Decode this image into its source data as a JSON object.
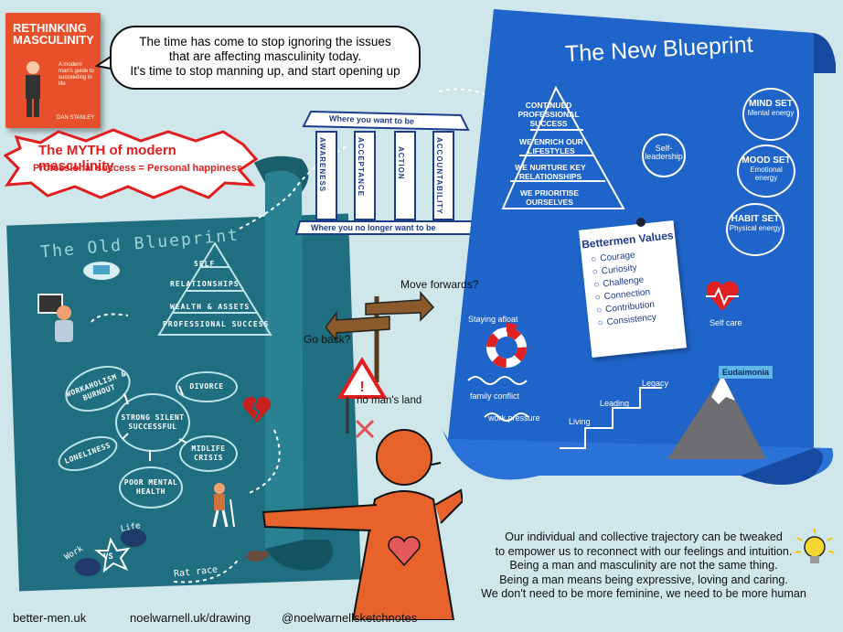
{
  "book": {
    "title": "RETHINKING MASCULINITY",
    "subtitle": "A modern man's guide to succeeding in life",
    "author": "DAN STANLEY"
  },
  "speech": {
    "line1": "The time has come to stop ignoring the issues",
    "line2": "that are affecting masculinity today.",
    "line3": "It's time to stop manning up, and start opening up"
  },
  "myth": {
    "title": "The MYTH of modern masculinity",
    "subtitle": "Professional success = Personal happiness"
  },
  "old_blueprint": {
    "title": "The Old Blueprint",
    "pyramid": [
      "SELF",
      "RELATIONSHIPS",
      "WEALTH & ASSETS",
      "PROFESSIONAL SUCCESS"
    ],
    "center": "STRONG SILENT SUCCESSFUL",
    "ovals": {
      "workaholism": "WORKAHOLISM & BURNOUT",
      "divorce": "DIVORCE",
      "loneliness": "LONELINESS",
      "midlife": "MIDLIFE CRISIS",
      "mental": "POOR MENTAL HEALTH"
    },
    "work": "Work",
    "vs": "VS",
    "life": "Life",
    "rat_race": "Rat race"
  },
  "pillars": {
    "top": "Where you want to be",
    "bottom": "Where you no longer want to be",
    "columns": [
      "AWARENESS",
      "ACCEPTANCE",
      "ACTION",
      "ACCOUNTABILITY"
    ]
  },
  "signpost": {
    "forward": "Move forwards?",
    "back": "Go back?",
    "nomans": "no man's land"
  },
  "new_blueprint": {
    "title": "The New Blueprint",
    "pyramid": [
      "CONTINUED PROFESSIONAL SUCCESS",
      "WE ENRICH OUR LIFESTYLES",
      "WE NURTURE KEY RELATIONSHIPS",
      "WE PRIORITISE OURSELVES"
    ],
    "self_leadership": "Self-leadership",
    "mind": {
      "title": "MIND SET",
      "sub": "Mental energy"
    },
    "mood": {
      "title": "MOOD SET",
      "sub": "Emotional energy"
    },
    "habit": {
      "title": "HABIT SET",
      "sub": "Physical energy"
    },
    "values_title": "Bettermen Values",
    "values": [
      "Courage",
      "Curiosity",
      "Challenge",
      "Connection",
      "Contribution",
      "Consistency"
    ],
    "self_care": "Self care",
    "afloat": "Staying afloat",
    "family": "family conflict",
    "work_pressure": "work pressure",
    "steps": [
      "Living",
      "Leading",
      "Legacy"
    ],
    "peak": "Eudaimonia"
  },
  "quote": [
    "Our individual and collective trajectory can be tweaked",
    "to empower us to reconnect with our feelings and intuition.",
    "Being a man and masculinity are not the same thing.",
    "Being a man means being expressive, loving and caring.",
    "We don't need to be more feminine, we need to be more human"
  ],
  "footer": {
    "site": "better-men.uk",
    "drawing": "noelwarnell.uk/drawing",
    "handle": "@noelwarnellsketchnotes"
  },
  "colors": {
    "background": "#cfe6ea",
    "old_blueprint": "#1f6f80",
    "new_blueprint": "#1f64c8",
    "accent_red": "#e21d1d",
    "figure_orange": "#e8632c"
  }
}
